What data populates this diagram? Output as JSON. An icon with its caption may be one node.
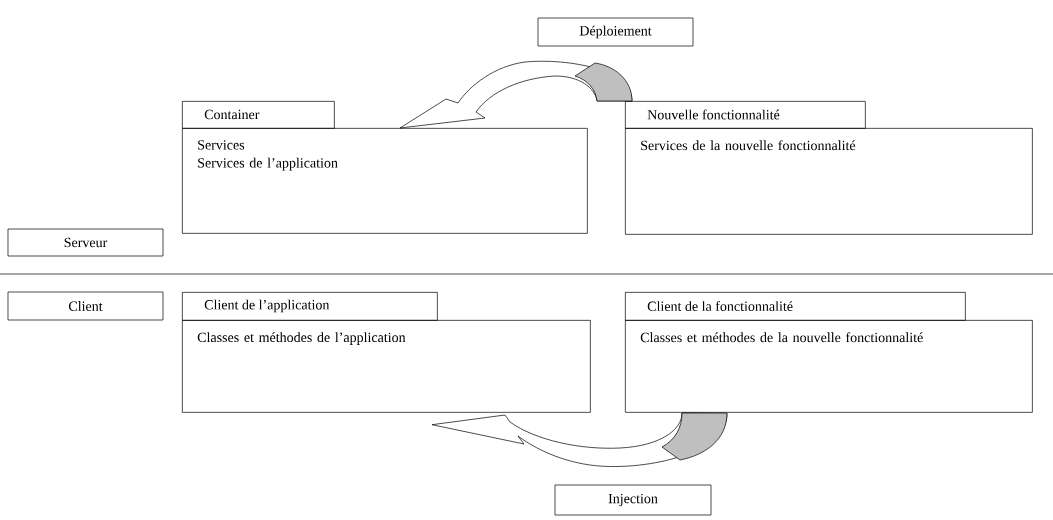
{
  "diagram": {
    "nodes": [
      {
        "text": [
          "Déploiement"
        ]
      },
      {
        "text": [
          "Container",
          "Services",
          "Services de l’application"
        ]
      },
      {
        "text": [
          "Nouvelle fonctionnalité",
          "Services de la nouvelle fonctionnalité"
        ]
      },
      {
        "text": [
          "Serveur"
        ]
      },
      {
        "text": [
          "Client"
        ]
      },
      {
        "text": [
          "Client de l’application",
          "Classes et méthodes de l’application"
        ]
      },
      {
        "text": [
          "Client de la fonctionnalité",
          "Classes et méthodes de la nouvelle fonctionnalité"
        ]
      },
      {
        "text": [
          "Injection"
        ]
      }
    ],
    "edges": [
      {
        "from": 2,
        "to": 1,
        "arrow": "to"
      },
      {
        "from": 6,
        "to": 5,
        "arrow": "to"
      }
    ]
  }
}
